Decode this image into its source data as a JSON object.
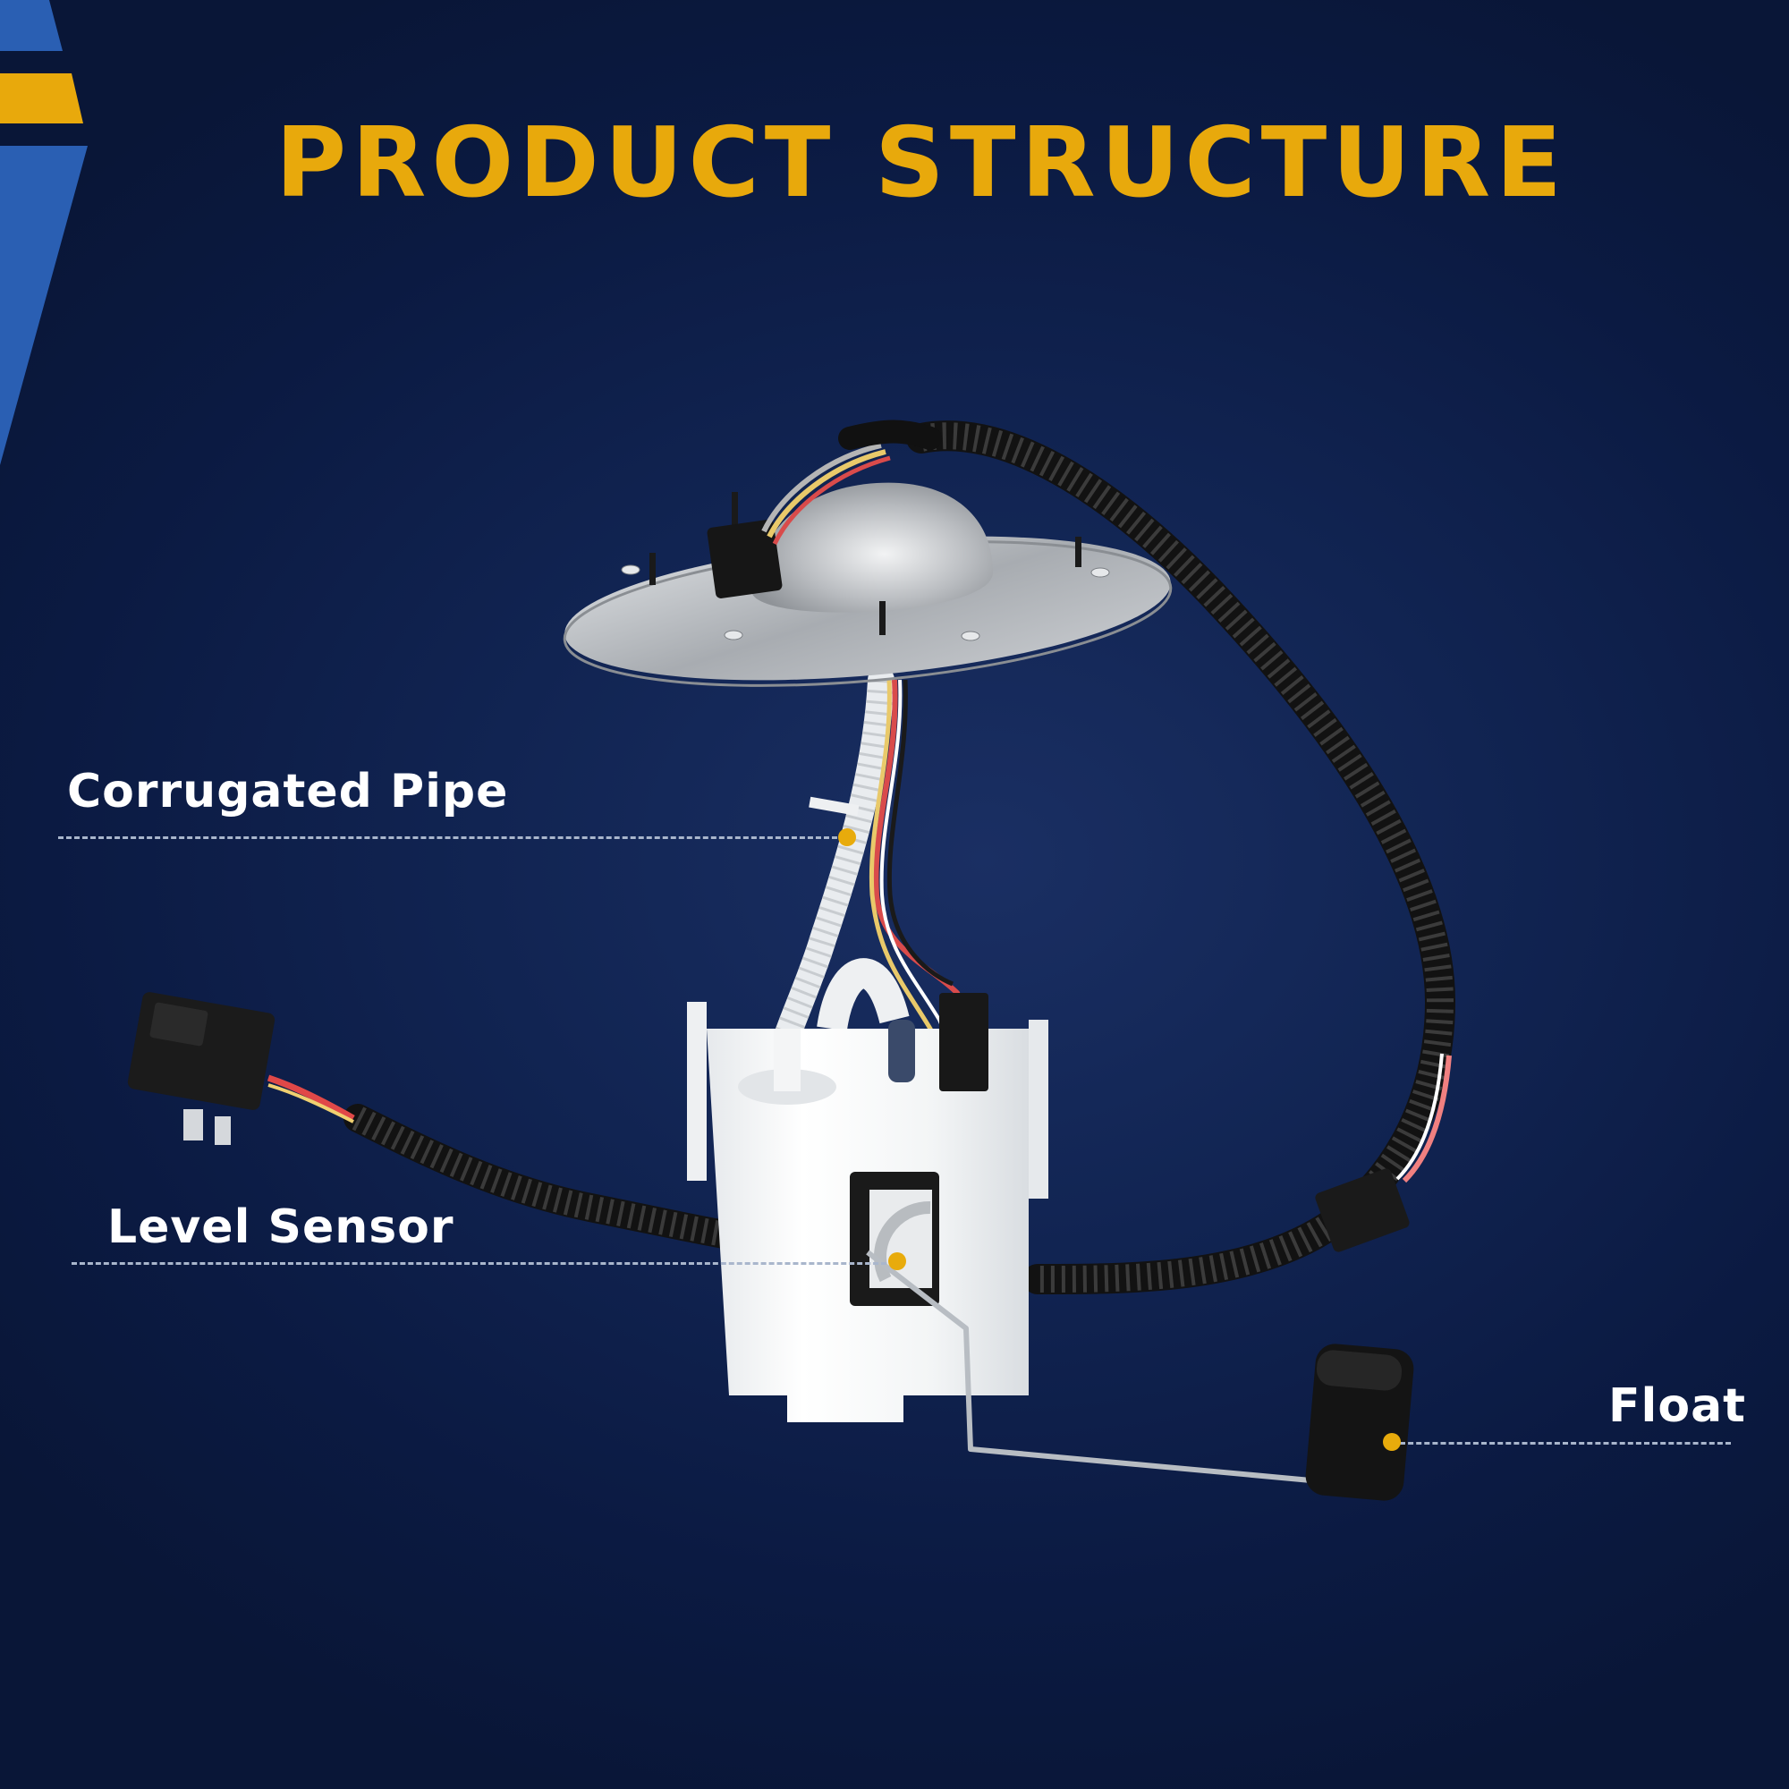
{
  "header": {
    "title": "PRODUCT STRUCTURE"
  },
  "theme": {
    "background": "#0d1d48",
    "accent_yellow": "#e8a90c",
    "accent_blue": "#2f63b6",
    "label_color": "#ffffff",
    "leader_line_color": "#a9b6cc"
  },
  "product": {
    "name": "Fuel pump module assembly",
    "icon": "fuel-pump-assembly-illustration"
  },
  "callouts": [
    {
      "label": "Corrugated Pipe",
      "side": "left"
    },
    {
      "label": "Level Sensor",
      "side": "left"
    },
    {
      "label": "Float",
      "side": "right"
    }
  ]
}
